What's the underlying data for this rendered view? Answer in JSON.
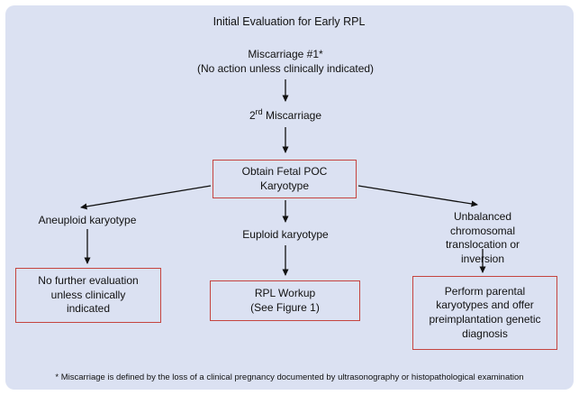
{
  "title": "Initial Evaluation for Early RPL",
  "nodes": {
    "miscarriage1": "Miscarriage #1*\n(No action unless clinically indicated)",
    "second_miscarriage": {
      "base": "2",
      "sup": "rd",
      "rest": " Miscarriage"
    },
    "obtain_poc": "Obtain Fetal POC\nKaryotype",
    "aneuploid_label": "Aneuploid karyotype",
    "euploid_label": "Euploid karyotype",
    "unbalanced_label": "Unbalanced chromosomal\ntranslocation or inversion",
    "no_further_box": "No further evaluation\nunless clinically\nindicated",
    "rpl_workup_box": "RPL Workup\n(See Figure 1)",
    "parental_box": "Perform parental\nkaryotypes and offer\npreimplantation genetic\ndiagnosis"
  },
  "footnote": "* Miscarriage is defined by the loss of a clinical pregnancy documented by ultrasonography or histopathological examination",
  "colors": {
    "panel_background": "#dbe1f2",
    "box_border": "#c5443f",
    "arrow": "#111111",
    "text": "#111111"
  }
}
